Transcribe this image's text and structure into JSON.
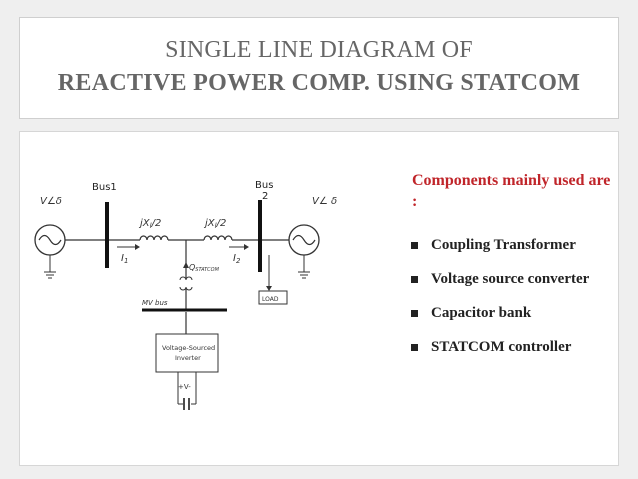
{
  "slide": {
    "title_line1": "SINGLE LINE DIAGRAM OF",
    "title_line2": "REACTIVE POWER COMP. USING STATCOM"
  },
  "diagram": {
    "source_left": "V∠δ",
    "source_right": "V∠ δ",
    "bus1": "Bus1",
    "bus2_top": "Bus",
    "bus2_num": "2",
    "reactance1": "jX",
    "reactance1_sub": "l",
    "reactance1_suffix": "/2",
    "reactance2": "jX",
    "reactance2_sub": "l",
    "reactance2_suffix": "/2",
    "current1": "I",
    "current1_sub": "1",
    "current2": "I",
    "current2_sub": "2",
    "q_statcom": "Q",
    "q_statcom_sub": "STATCOM",
    "mv_bus": "MV bus",
    "load": "LOAD",
    "inverter_line1": "Voltage-Sourced",
    "inverter_line2": "Inverter",
    "dc_label": "+V-"
  },
  "components": {
    "heading": "Components mainly used are :",
    "items": [
      "Coupling Transformer",
      "Voltage source converter",
      "Capacitor bank",
      "STATCOM controller"
    ],
    "heading_color": "#c0252a"
  },
  "colors": {
    "title_text": "#666666",
    "background": "#efefef"
  }
}
